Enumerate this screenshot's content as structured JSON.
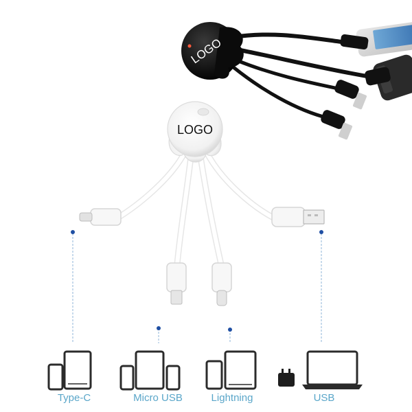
{
  "product": {
    "logo_white": "LOGO",
    "logo_black": "LOGO"
  },
  "connectors": {
    "type_c": "Type-C",
    "micro_usb": "Micro USB",
    "lightning": "Lightning",
    "usb": "USB"
  },
  "colors": {
    "label_blue": "#5aa6c9",
    "dot_blue": "#1f4fa3",
    "line_blue": "#8fb6da",
    "device_dark": "#2b2b2b"
  }
}
